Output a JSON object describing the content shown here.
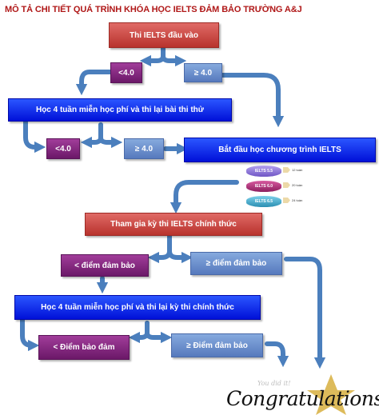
{
  "title": "MÔ TẢ CHI TIẾT QUÁ TRÌNH KHÓA HỌC IELTS ĐẢM BẢO TRƯỜNG A&J",
  "colors": {
    "title": "#b01818",
    "red": "#c0443e",
    "purple": "#7d2279",
    "light": "#6b8fcf",
    "blue": "#0a1cf0",
    "arrow": "#4b7fbd"
  },
  "boxes": {
    "entry_test": "Thi IELTS đầu vào",
    "lt4_first": "<4.0",
    "ge4_first": "≥ 4.0",
    "study_4_weeks_mock": "Học 4 tuần miễn học phí và thi lại bài thi thử",
    "lt4_second": "<4.0",
    "ge4_second": "≥ 4.0",
    "start_program": "Bắt đầu học chương trình IELTS",
    "official_test": "Tham gia kỳ thi IELTS chính thức",
    "below_guarantee": "< điểm đảm bảo",
    "meet_guarantee": "≥ điểm đảm bảo",
    "study_4_weeks_official": "Học 4 tuần miễn học phí và thi lại kỳ thi chính thức",
    "below_guarantee_final": "< Điểm bảo đảm",
    "meet_guarantee_final": "≥ Điểm đảm bảo"
  },
  "levels": [
    {
      "label": "IELTS 5.5",
      "note": "12 tuần",
      "color": "#8a6fd6"
    },
    {
      "label": "IELTS 6.0",
      "note": "20 tuần",
      "color": "#b0307a"
    },
    {
      "label": "IELTS 6.5",
      "note": "24 tuần",
      "color": "#3aa6c8"
    }
  ],
  "congrats": {
    "small": "You did it!",
    "big": "Congratulations",
    "star_color": "#d9b449"
  }
}
